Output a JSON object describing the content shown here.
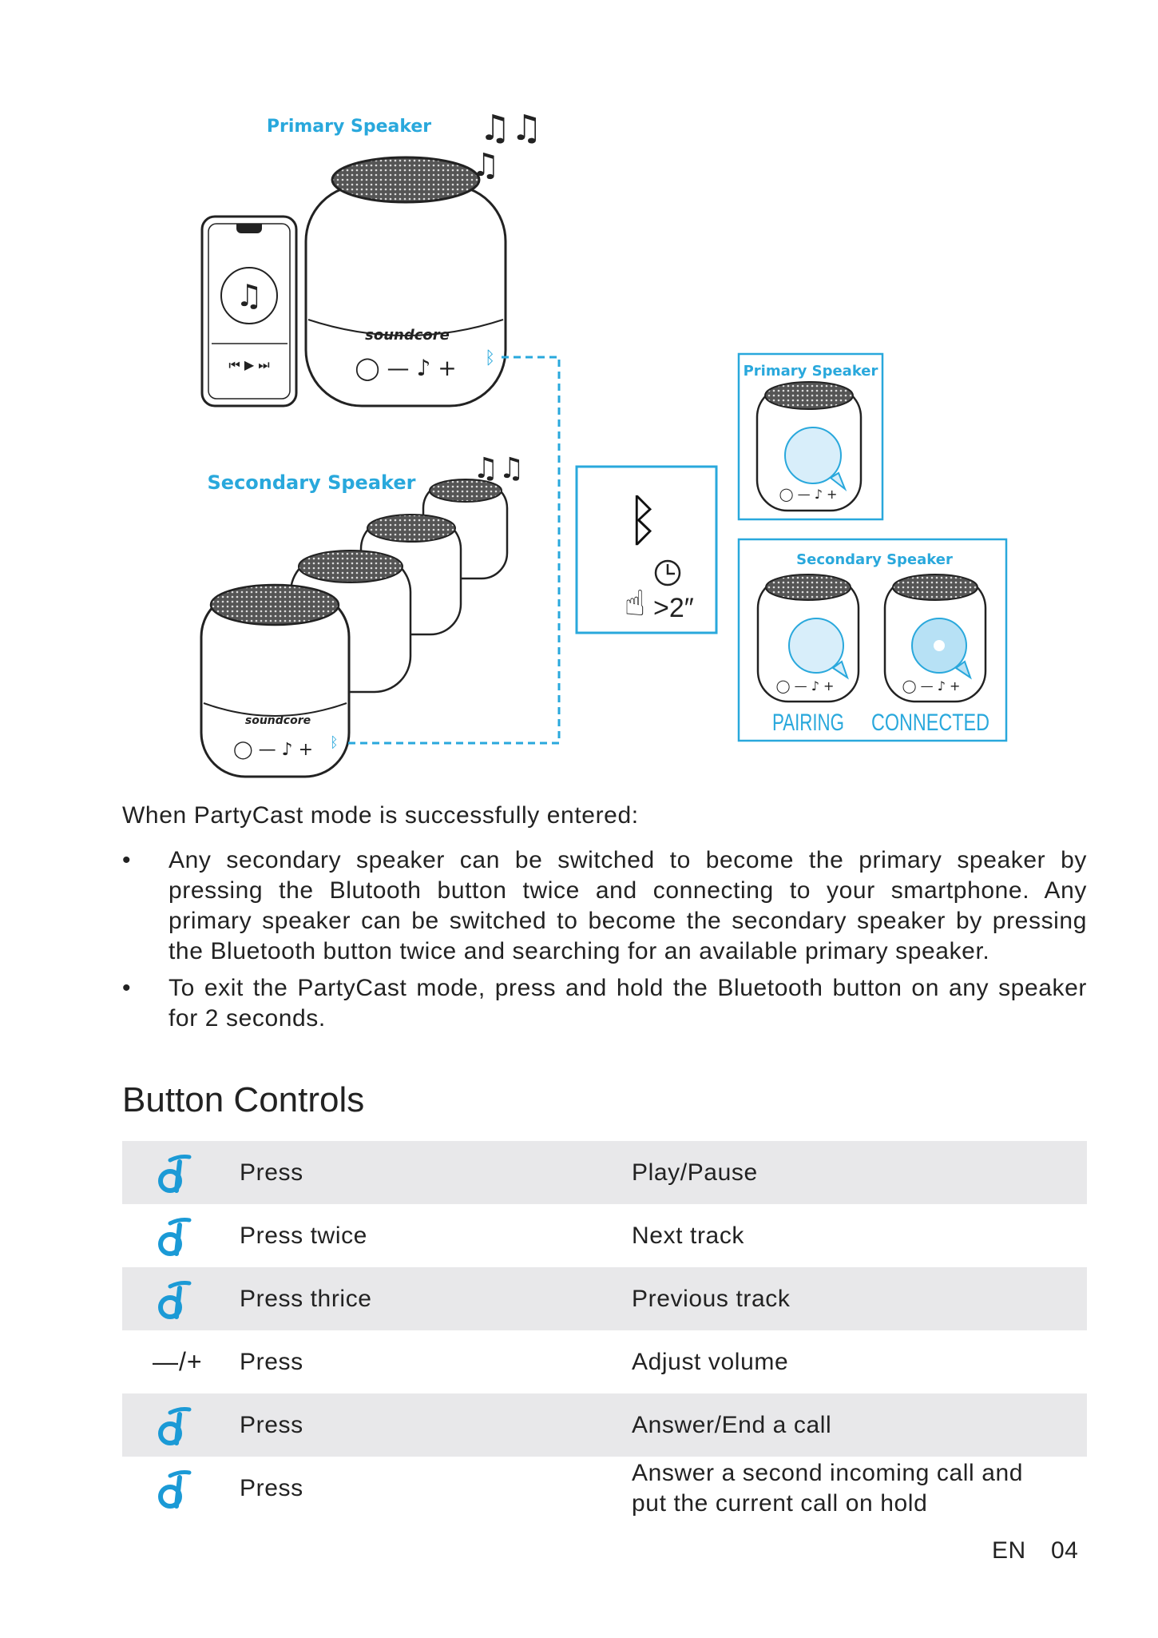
{
  "illustration": {
    "label_primary_top": "Primary Speaker",
    "label_secondary_left": "Secondary Speaker",
    "brand": "soundcore",
    "hold_time": ">2″",
    "box_primary_label": "Primary Speaker",
    "box_secondary_label": "Secondary Speaker",
    "status_pairing": "PAIRING",
    "status_connected": "CONNECTED",
    "accent_color": "#29a8dc"
  },
  "intro": "When PartyCast mode is successfully entered:",
  "bullets": [
    "Any secondary speaker can be switched to become the primary speaker by pressing the Blutooth button twice and connecting to your smartphone. Any primary speaker can be switched to become the secondary speaker by pressing the Bluetooth button twice and searching for an available primary speaker.",
    "To exit the PartyCast mode, press and hold the Bluetooth button on any speaker for 2 seconds."
  ],
  "bullet_symbol": "•",
  "section_title": "Button Controls",
  "controls": [
    {
      "icon": "soundcore-button-icon",
      "action": "Press",
      "function": "Play/Pause"
    },
    {
      "icon": "soundcore-button-icon",
      "action": "Press twice",
      "function": "Next track"
    },
    {
      "icon": "soundcore-button-icon",
      "action": "Press thrice",
      "function": "Previous track"
    },
    {
      "icon": "volume-buttons-icon",
      "symbol": "—/+",
      "action": "Press",
      "function": "Adjust volume"
    },
    {
      "icon": "soundcore-button-icon",
      "action": "Press",
      "function": "Answer/End a call"
    },
    {
      "icon": "soundcore-button-icon",
      "action": "Press",
      "function_line1": "Answer a second incoming call and",
      "function_line2": "put the current call on hold"
    }
  ],
  "footer": {
    "lang": "EN",
    "page": "04"
  }
}
